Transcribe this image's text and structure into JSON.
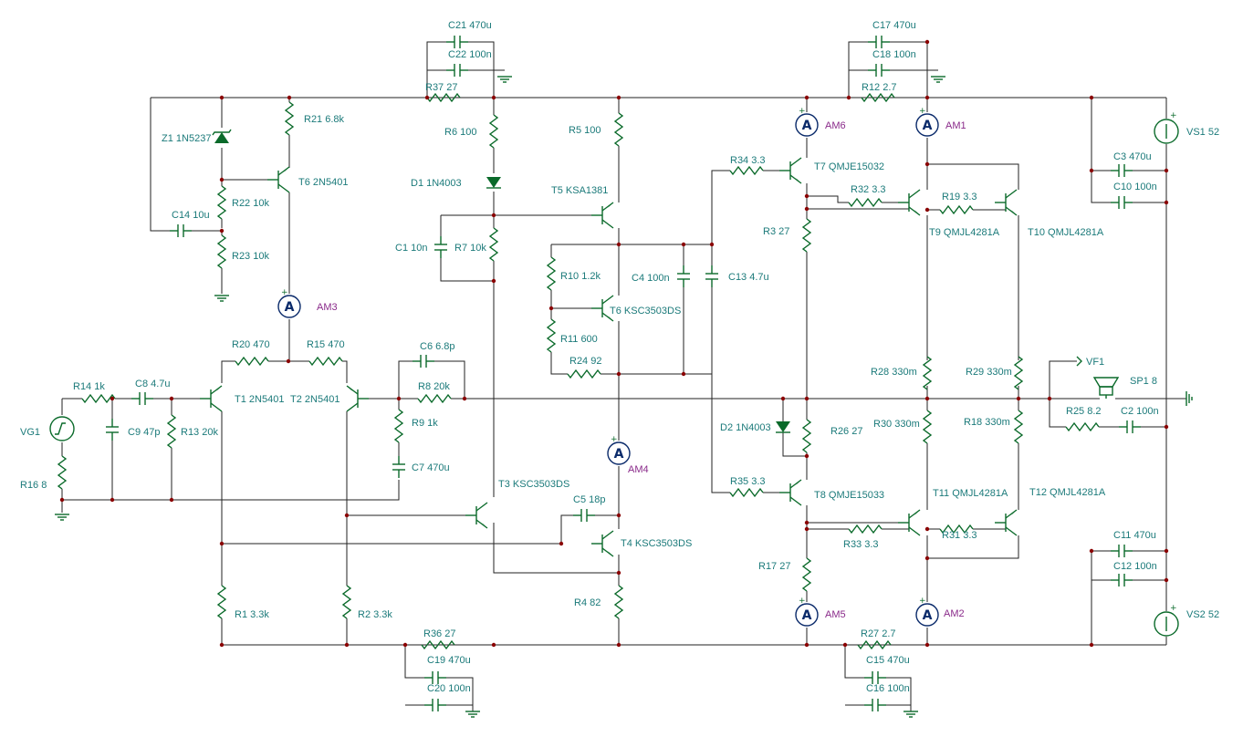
{
  "components": [
    {
      "ref": "C21",
      "value": "470u"
    },
    {
      "ref": "C22",
      "value": "100n"
    },
    {
      "ref": "R37",
      "value": "27"
    },
    {
      "ref": "C17",
      "value": "470u"
    },
    {
      "ref": "C18",
      "value": "100n"
    },
    {
      "ref": "R12",
      "value": "2.7"
    },
    {
      "ref": "Z1",
      "value": "1N5237"
    },
    {
      "ref": "R21",
      "value": "6.8k"
    },
    {
      "ref": "T6",
      "value": "2N5401"
    },
    {
      "ref": "R22",
      "value": "10k"
    },
    {
      "ref": "C14",
      "value": "10u"
    },
    {
      "ref": "R23",
      "value": "10k"
    },
    {
      "ref": "R6",
      "value": "100"
    },
    {
      "ref": "D1",
      "value": "1N4003"
    },
    {
      "ref": "R5",
      "value": "100"
    },
    {
      "ref": "T5",
      "value": "KSA1381"
    },
    {
      "ref": "C1",
      "value": "10n"
    },
    {
      "ref": "R7",
      "value": "10k"
    },
    {
      "ref": "R10",
      "value": "1.2k"
    },
    {
      "ref": "C4",
      "value": "100n"
    },
    {
      "ref": "C13",
      "value": "4.7u"
    },
    {
      "ref": "T6",
      "value": "KSC3503DS"
    },
    {
      "ref": "R11",
      "value": "600"
    },
    {
      "ref": "R24",
      "value": "92"
    },
    {
      "ref": "R34",
      "value": "3.3"
    },
    {
      "ref": "T7",
      "value": "QMJE15032"
    },
    {
      "ref": "R32",
      "value": "3.3"
    },
    {
      "ref": "R19",
      "value": "3.3"
    },
    {
      "ref": "R3",
      "value": "27"
    },
    {
      "ref": "T9",
      "value": "QMJL4281A"
    },
    {
      "ref": "T10",
      "value": "QMJL4281A"
    },
    {
      "ref": "VS1",
      "value": "52"
    },
    {
      "ref": "C3",
      "value": "470u"
    },
    {
      "ref": "C10",
      "value": "100n"
    },
    {
      "ref": "R20",
      "value": "470"
    },
    {
      "ref": "R15",
      "value": "470"
    },
    {
      "ref": "C6",
      "value": "6.8p"
    },
    {
      "ref": "R8",
      "value": "20k"
    },
    {
      "ref": "R14",
      "value": "1k"
    },
    {
      "ref": "C8",
      "value": "4.7u"
    },
    {
      "ref": "T1",
      "value": "2N5401"
    },
    {
      "ref": "T2",
      "value": "2N5401"
    },
    {
      "ref": "R9",
      "value": "1k"
    },
    {
      "ref": "C9",
      "value": "47p"
    },
    {
      "ref": "R13",
      "value": "20k"
    },
    {
      "ref": "R16",
      "value": "8"
    },
    {
      "ref": "C7",
      "value": "470u"
    },
    {
      "ref": "R28",
      "value": "330m"
    },
    {
      "ref": "R29",
      "value": "330m"
    },
    {
      "ref": "SP1",
      "value": "8"
    },
    {
      "ref": "R25",
      "value": "8.2"
    },
    {
      "ref": "C2",
      "value": "100n"
    },
    {
      "ref": "D2",
      "value": "1N4003"
    },
    {
      "ref": "R26",
      "value": "27"
    },
    {
      "ref": "R30",
      "value": "330m"
    },
    {
      "ref": "R18",
      "value": "330m"
    },
    {
      "ref": "T3",
      "value": "KSC3503DS"
    },
    {
      "ref": "C5",
      "value": "18p"
    },
    {
      "ref": "T4",
      "value": "KSC3503DS"
    },
    {
      "ref": "R35",
      "value": "3.3"
    },
    {
      "ref": "T8",
      "value": "QMJE15033"
    },
    {
      "ref": "T11",
      "value": "QMJL4281A"
    },
    {
      "ref": "T12",
      "value": "QMJL4281A"
    },
    {
      "ref": "R33",
      "value": "3.3"
    },
    {
      "ref": "R31",
      "value": "3.3"
    },
    {
      "ref": "R17",
      "value": "27"
    },
    {
      "ref": "C11",
      "value": "470u"
    },
    {
      "ref": "C12",
      "value": "100n"
    },
    {
      "ref": "R1",
      "value": "3.3k"
    },
    {
      "ref": "R2",
      "value": "3.3k"
    },
    {
      "ref": "R4",
      "value": "82"
    },
    {
      "ref": "VS2",
      "value": "52"
    },
    {
      "ref": "R36",
      "value": "27"
    },
    {
      "ref": "C19",
      "value": "470u"
    },
    {
      "ref": "C20",
      "value": "100n"
    },
    {
      "ref": "R27",
      "value": "2.7"
    },
    {
      "ref": "C15",
      "value": "470u"
    },
    {
      "ref": "C16",
      "value": "100n"
    }
  ],
  "standalone_labels": {
    "vg1": "VG1",
    "vf1": "VF1"
  },
  "meters": [
    "AM1",
    "AM2",
    "AM3",
    "AM4",
    "AM5",
    "AM6"
  ],
  "meter_glyph": "A",
  "colors": {
    "component": "#0a6a2a",
    "label": "#1b7a7a",
    "meter_label": "#8a2a8a",
    "meter": "#0a2a6a",
    "wire": "#222222",
    "junction": "#8a0000"
  }
}
